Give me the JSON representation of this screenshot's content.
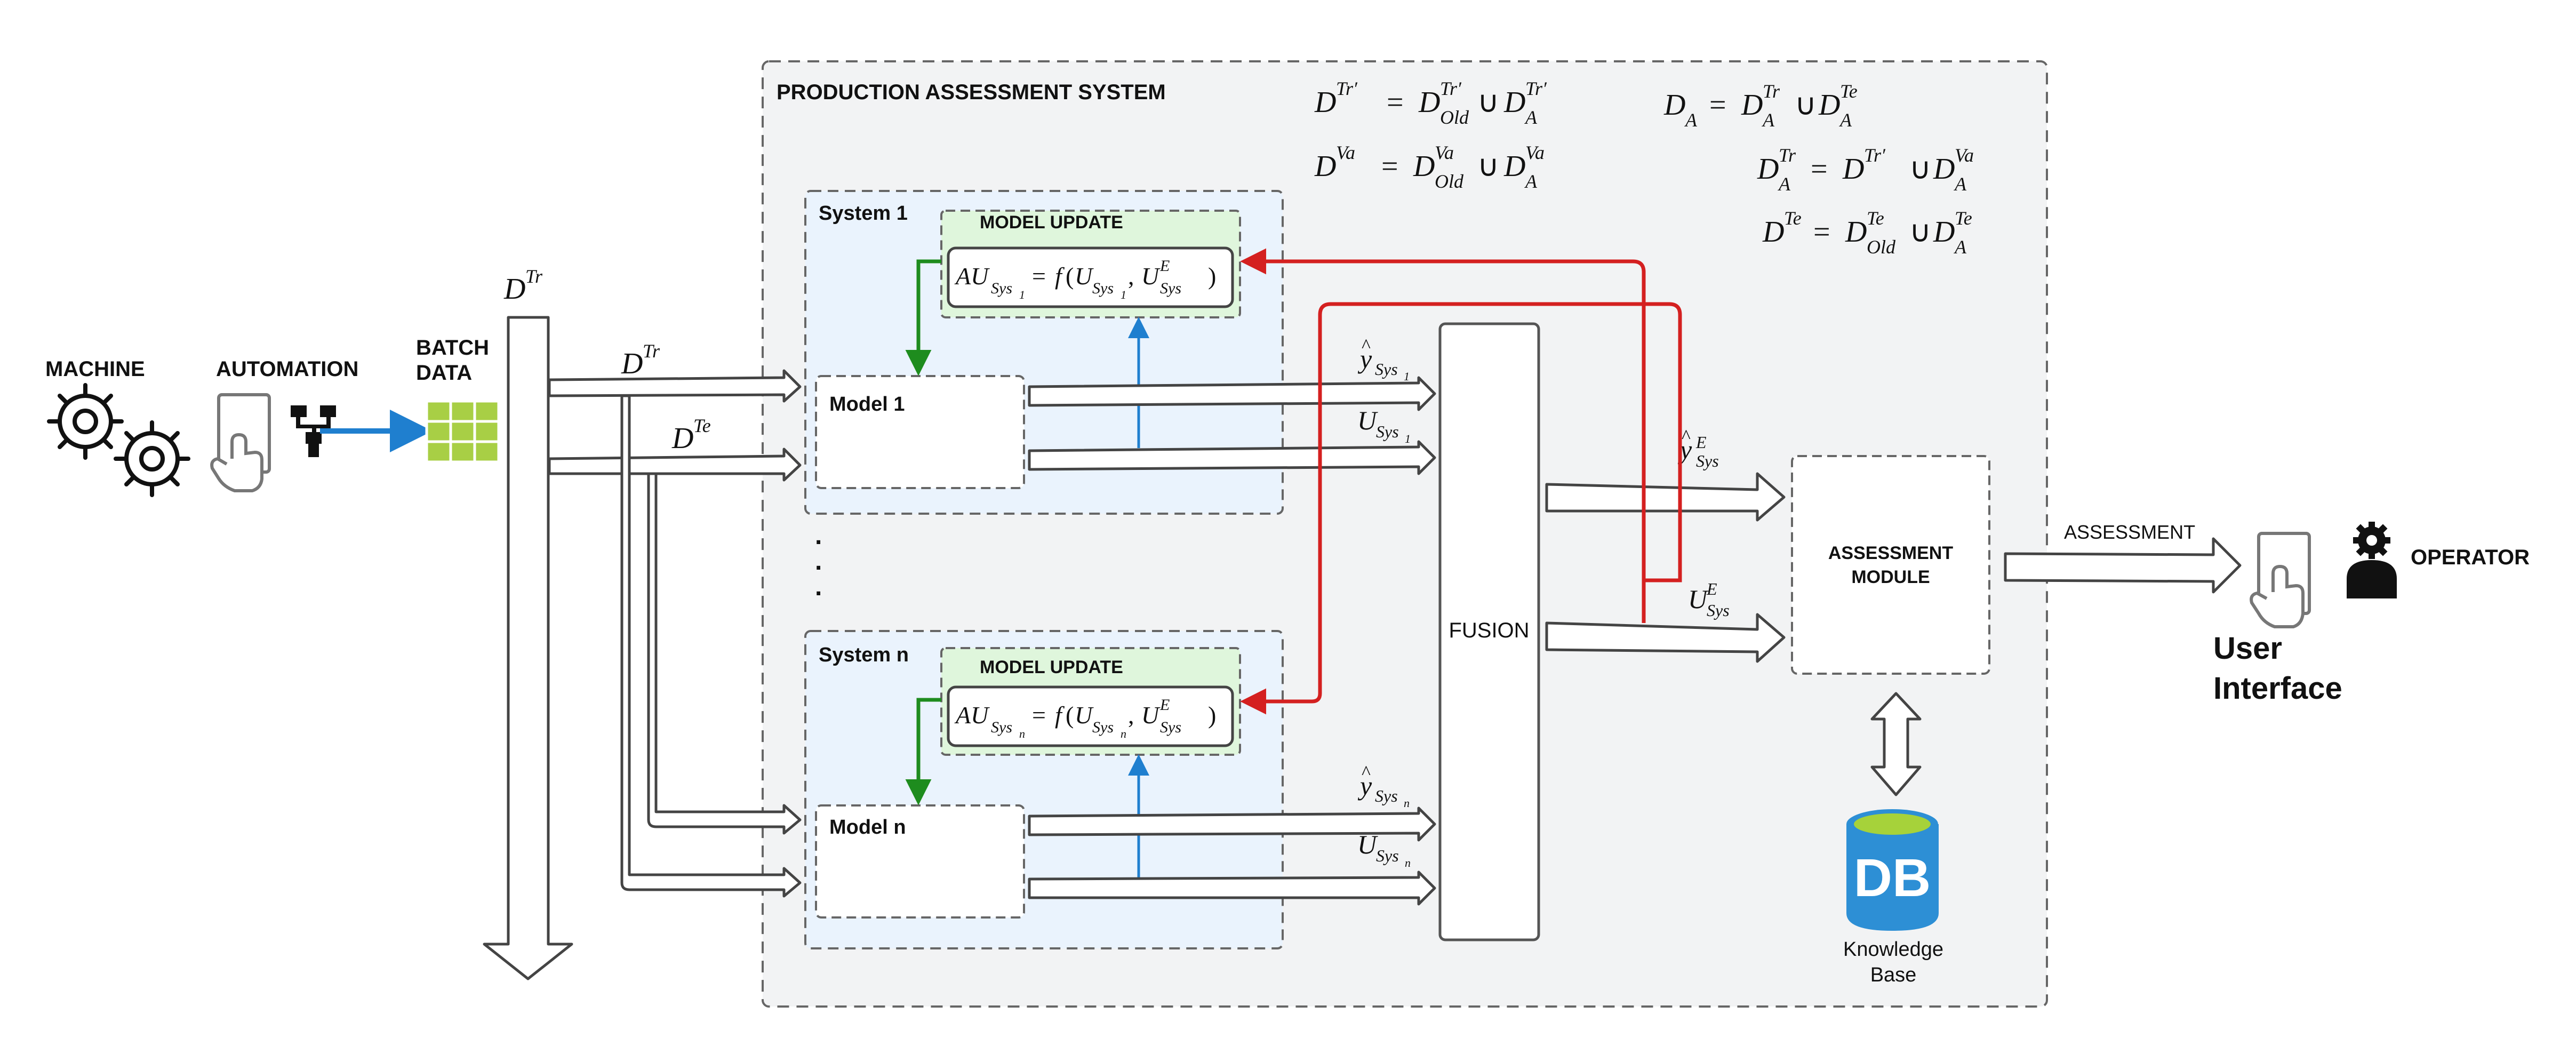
{
  "left": {
    "machine": "MACHINE",
    "automation": "AUTOMATION",
    "batch_line1": "BATCH",
    "batch_line2": "DATA"
  },
  "system": {
    "title": "PRODUCTION ASSESSMENT SYSTEM",
    "s1_label": "System 1",
    "sn_label": "System n",
    "model_update": "MODEL UPDATE",
    "model1": "Model 1",
    "modeln": "Model n",
    "fusion": "FUSION",
    "assess_line1": "ASSESSMENT",
    "assess_line2": "MODULE",
    "kb_line1": "Knowledge",
    "kb_line2": "Base",
    "db": "DB",
    "ellipsis": "."
  },
  "right": {
    "assessment": "ASSESSMENT",
    "operator": "OPERATOR",
    "ui_line1": "User",
    "ui_line2": "Interface"
  },
  "math": {
    "D": "D",
    "U": "U",
    "y": "y",
    "f": "f",
    "AU": "AU",
    "cup": "∪",
    "eq": "=",
    "Tr": "Tr",
    "Te": "Te",
    "Va": "Va",
    "Trp": "Tr′",
    "Old": "Old",
    "A": "A",
    "E": "E",
    "Sys": "Sys",
    "Sys1": "Sys",
    "one": "1",
    "n": "n",
    "lp": "(",
    "rp": ")",
    "comma": ",",
    "hat": "^"
  },
  "colors": {
    "red": "#d42020",
    "green": "#1e8c1e",
    "blue": "#1f7fcf",
    "system_fill": "#eaf3fd",
    "update_fill": "#dff6dc",
    "outer_fill": "#f2f3f4",
    "batch_fill": "#a8cf45",
    "db_fill": "#2d8fd5",
    "db_top": "#a6d23a"
  }
}
